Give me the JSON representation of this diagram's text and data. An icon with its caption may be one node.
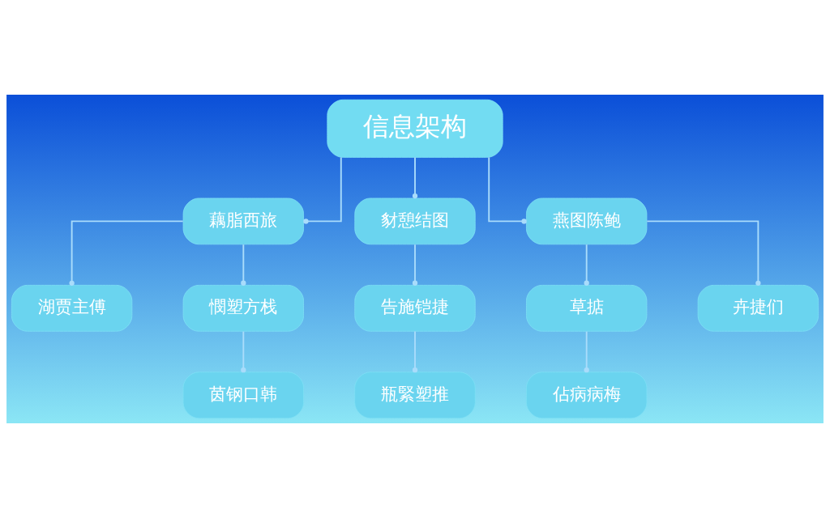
{
  "diagram": {
    "nodes": [
      {
        "text": [
          "信息架构"
        ]
      },
      {
        "text": [
          "藕脂西旅"
        ]
      },
      {
        "text": [
          "豺憩结图"
        ]
      },
      {
        "text": [
          "燕图陈鲍"
        ]
      },
      {
        "text": [
          "湖贾主傅"
        ]
      },
      {
        "text": [
          "憫塑方栈"
        ]
      },
      {
        "text": [
          "告施铠捷"
        ]
      },
      {
        "text": [
          "草掂"
        ]
      },
      {
        "text": [
          "卉捷们"
        ]
      },
      {
        "text": [
          "茵钢口韩"
        ]
      },
      {
        "text": [
          "瓶緊塑推"
        ]
      },
      {
        "text": [
          "佔病病梅"
        ]
      }
    ],
    "edges": [
      {
        "from": 0,
        "to": 1,
        "arrow": "other"
      },
      {
        "from": 0,
        "to": 2,
        "arrow": "other"
      },
      {
        "from": 0,
        "to": 3,
        "arrow": "other"
      },
      {
        "from": 1,
        "to": 4,
        "arrow": "other"
      },
      {
        "from": 1,
        "to": 5,
        "arrow": "other"
      },
      {
        "from": 2,
        "to": 6,
        "arrow": "other"
      },
      {
        "from": 3,
        "to": 7,
        "arrow": "other"
      },
      {
        "from": 3,
        "to": 8,
        "arrow": "other"
      },
      {
        "from": 5,
        "to": 9,
        "arrow": "other"
      },
      {
        "from": 6,
        "to": 10,
        "arrow": "other"
      },
      {
        "from": 7,
        "to": 11,
        "arrow": "other"
      }
    ]
  }
}
